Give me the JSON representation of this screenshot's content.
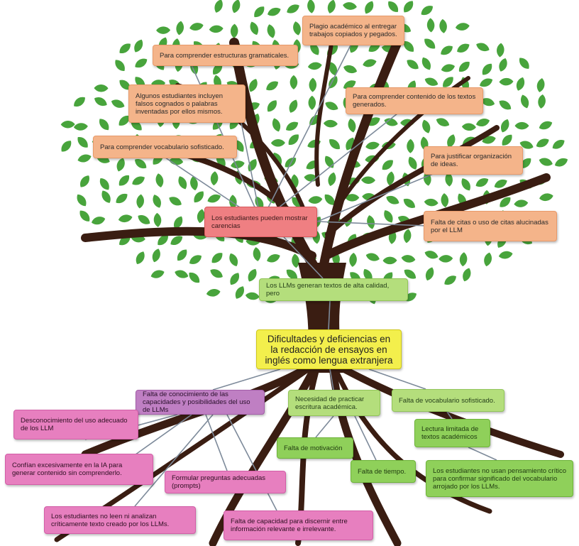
{
  "main_title": "Dificultades y deficiencias en la redacción de ensayos en inglés como lengua extranjera",
  "branch_top": {
    "trunk_label": "Los LLMs generan textos de alta calidad, pero",
    "hub_label": "Los estudiantes pueden mostrar carencias",
    "items": [
      "Plagio académico al entregar trabajos copiados y pegados.",
      "Para comprender estructuras gramaticales.",
      "Algunos estudiantes incluyen falsos cognados o palabras inventadas por ellos mismos.",
      "Para comprender contenido de los textos generados.",
      "Para comprender vocabulario sofisticado.",
      "Para justificar organización de ideas.",
      "Falta de citas o uso de citas alucinadas por el LLM"
    ]
  },
  "branch_roots": {
    "llm_knowledge": {
      "label": "Falta de conocimiento de las capacidades y posibilidades del uso de LLMs",
      "items": [
        "Desconocimiento del uso adecuado de los LLM",
        "Confían excesivamente en la IA para generar contenido sin comprenderlo.",
        "Formular preguntas adecuadas (prompts)",
        "Los estudiantes no leen ni analizan críticamente texto creado por los LLMs.",
        "Falta de capacidad para discernir entre información relevante e irrelevante."
      ]
    },
    "practice": {
      "label": "Necesidad de practicar escritura académica.",
      "items": [
        "Falta de motivación",
        "Falta de tiempo."
      ]
    },
    "vocabulary": {
      "label": "Falta de vocabulario sofisticado.",
      "items": [
        "Lectura limitada de textos académicos",
        "Los estudiantes no usan pensamiento crítico para confirmar significado del vocabulario arrojado por los LLMs."
      ]
    }
  },
  "colors": {
    "trunk": "#3a1d12",
    "leaf": "#48a43c",
    "connector": "#7d8a9a",
    "orange_box": "#f4b48a",
    "red_box": "#ef7f82",
    "green_box": "#8fd05a",
    "light_green_box": "#b4de7c",
    "yellow_box": "#f3ef4c",
    "purple_box": "#bf7fc3",
    "pink_box": "#e77fbf"
  }
}
